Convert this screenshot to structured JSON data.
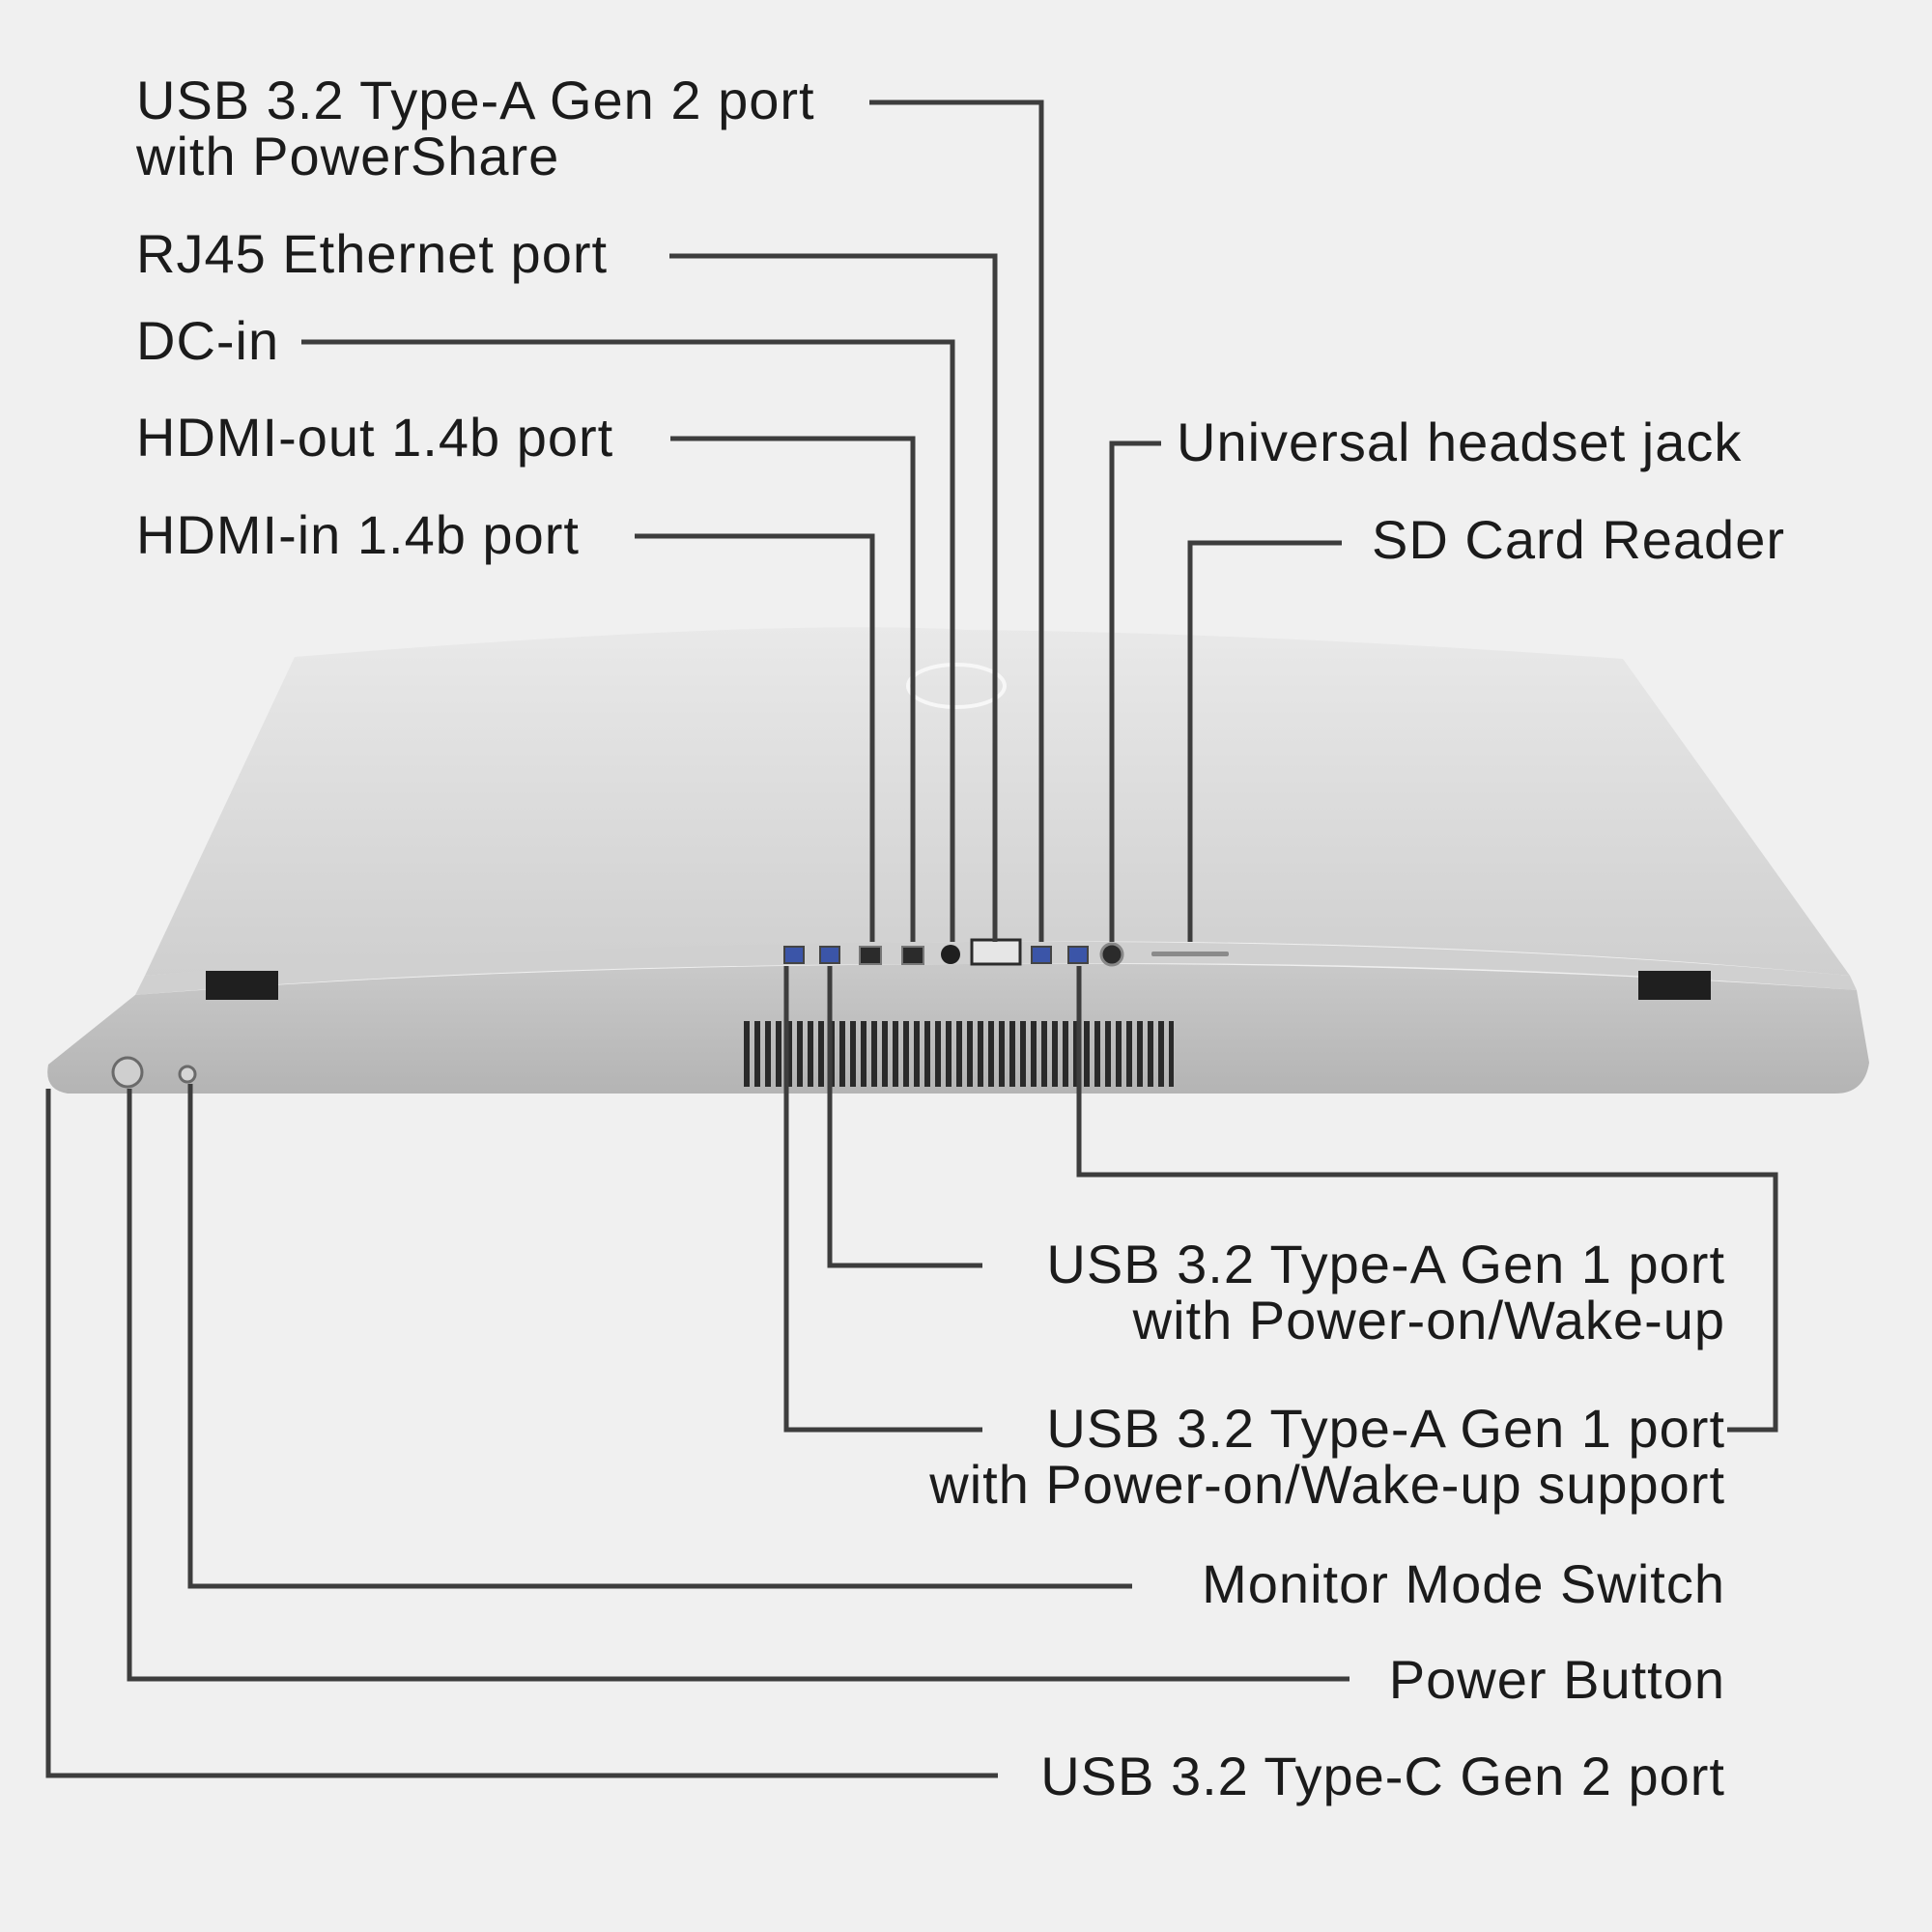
{
  "labels": {
    "usb_a_gen2": {
      "line1": "USB 3.2 Type-A Gen 2 port",
      "line2": "with PowerShare"
    },
    "rj45": "RJ45 Ethernet port",
    "dc_in": "DC-in",
    "hdmi_out": "HDMI-out 1.4b port",
    "hdmi_in": "HDMI-in 1.4b port",
    "headset": "Universal headset jack",
    "sd_card": "SD Card Reader",
    "usb_a_gen1_wake": {
      "line1": "USB 3.2 Type-A Gen 1 port",
      "line2": "with Power-on/Wake-up"
    },
    "usb_a_gen1_wake_support": {
      "line1": "USB 3.2 Type-A Gen 1 port",
      "line2": "with Power-on/Wake-up support"
    },
    "monitor_mode": "Monitor Mode Switch",
    "power_button": "Power Button",
    "usb_c_gen2": "USB 3.2 Type-C Gen 2 port"
  },
  "colors": {
    "background": "#f0f0f0",
    "leader_line": "#3d3d3d",
    "chassis": "#dcdcdc",
    "usb_port_accent": "#3b55a8"
  }
}
